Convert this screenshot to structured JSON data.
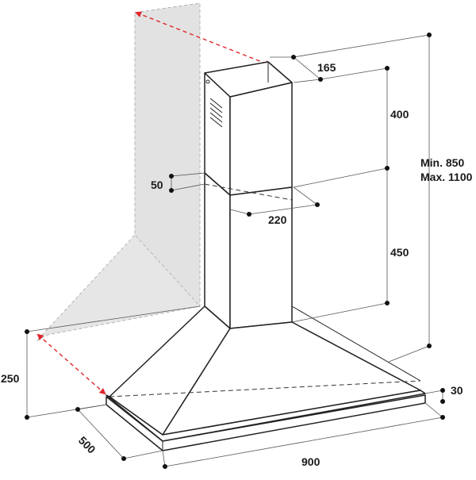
{
  "dimensions": {
    "chimney_width": "165",
    "upper_chimney_height": "400",
    "overlap": "50",
    "lower_chimney_width": "220",
    "lower_chimney_height": "450",
    "total_height_min": "Min. 850",
    "total_height_max": "Max. 1100",
    "canopy_height": "250",
    "rim_height": "30",
    "depth": "500",
    "width": "900"
  },
  "colors": {
    "wall": "#e6e6e6",
    "arrow": "#e0262b",
    "line": "#222222"
  }
}
